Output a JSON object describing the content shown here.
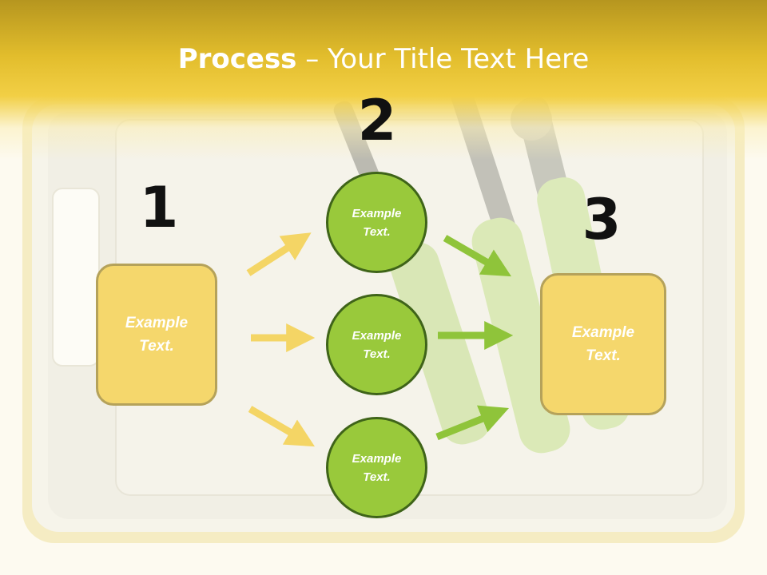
{
  "title": {
    "bold": "Process",
    "rest": " – Your Title Text Here"
  },
  "steps": {
    "one": "1",
    "two": "2",
    "three": "3"
  },
  "boxes": {
    "left": "Example Text.",
    "right": "Example Text."
  },
  "circles": {
    "top": "Example Text.",
    "middle": "Example Text.",
    "bottom": "Example Text."
  },
  "colors": {
    "header": "#e2bd2c",
    "box_fill": "#f5d76c",
    "circle_fill": "#99c93b",
    "yellow_arrow": "#f4d565",
    "green_arrow": "#8fc43a"
  }
}
